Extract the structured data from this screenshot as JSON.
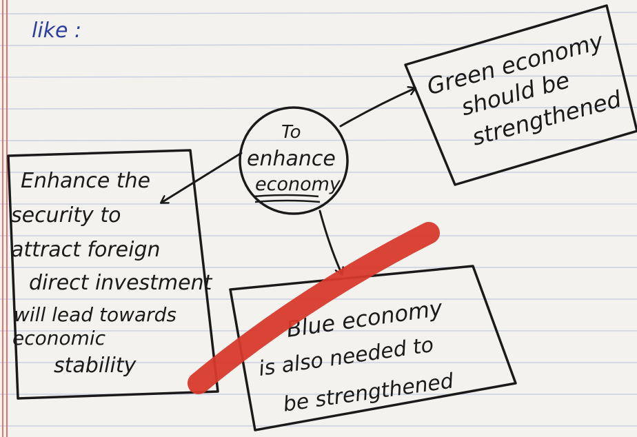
{
  "intro_label": "like :",
  "center_node": {
    "line1": "To",
    "line2": "enhance",
    "line3": "economy"
  },
  "green_box": {
    "line1": "Green economy",
    "line2": "should be",
    "line3": "strengthened"
  },
  "security_box": {
    "line1": "Enhance the",
    "line2": "security to",
    "line3": "attract foreign",
    "line4": "direct investment",
    "line5": "will lead towards",
    "line6": "economic",
    "line7": "stability"
  },
  "blue_box": {
    "line1": "Blue economy",
    "line2": "is also needed to",
    "line3": "be strengthened"
  },
  "colors": {
    "ink": "#1a1a1a",
    "blue_ink": "#2a3fa0",
    "rule_line": "#c9cfe0",
    "margin_line": "#d9534f",
    "highlight": "#d83a2c"
  }
}
